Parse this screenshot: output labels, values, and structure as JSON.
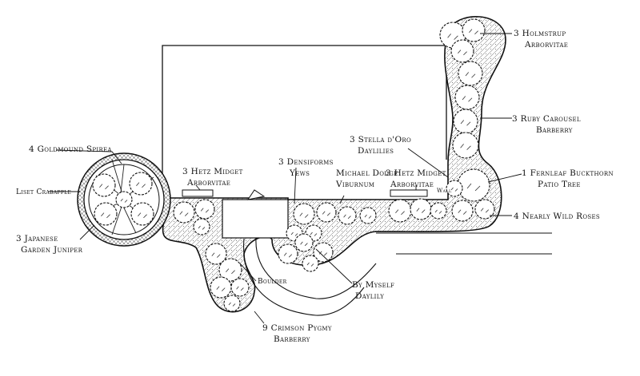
{
  "labels": {
    "holmstrup": [
      "3 Holmstrup",
      "Arborvitae"
    ],
    "ruby": [
      "3 Ruby Carousel",
      "Barberry"
    ],
    "fernleaf": [
      "1 Fernleaf Buckthorn",
      "Patio Tree"
    ],
    "wildroses": "4 Nearly Wild Roses",
    "stella": [
      "3 Stella d'Oro",
      "Daylilies"
    ],
    "hetz_right": [
      "3 Hetz Midget",
      "Arborvitae"
    ],
    "michael": [
      "Michael Dodge",
      "Viburnum"
    ],
    "densiforms": [
      "3 Densiforms",
      "Yews"
    ],
    "hetz_left": [
      "3 Hetz Midget",
      "Arborvitae"
    ],
    "goldmound": "4 Goldmound Spirea",
    "liset": "Liset Crabapple",
    "japanese": [
      "3 Japanese",
      "Garden Juniper"
    ],
    "boulder": "Boulder",
    "bymyself": [
      "By Myself",
      "Daylily"
    ],
    "crimson": [
      "9 Crimson Pygmy",
      "Barberry"
    ],
    "wall_tag": "Wall"
  }
}
